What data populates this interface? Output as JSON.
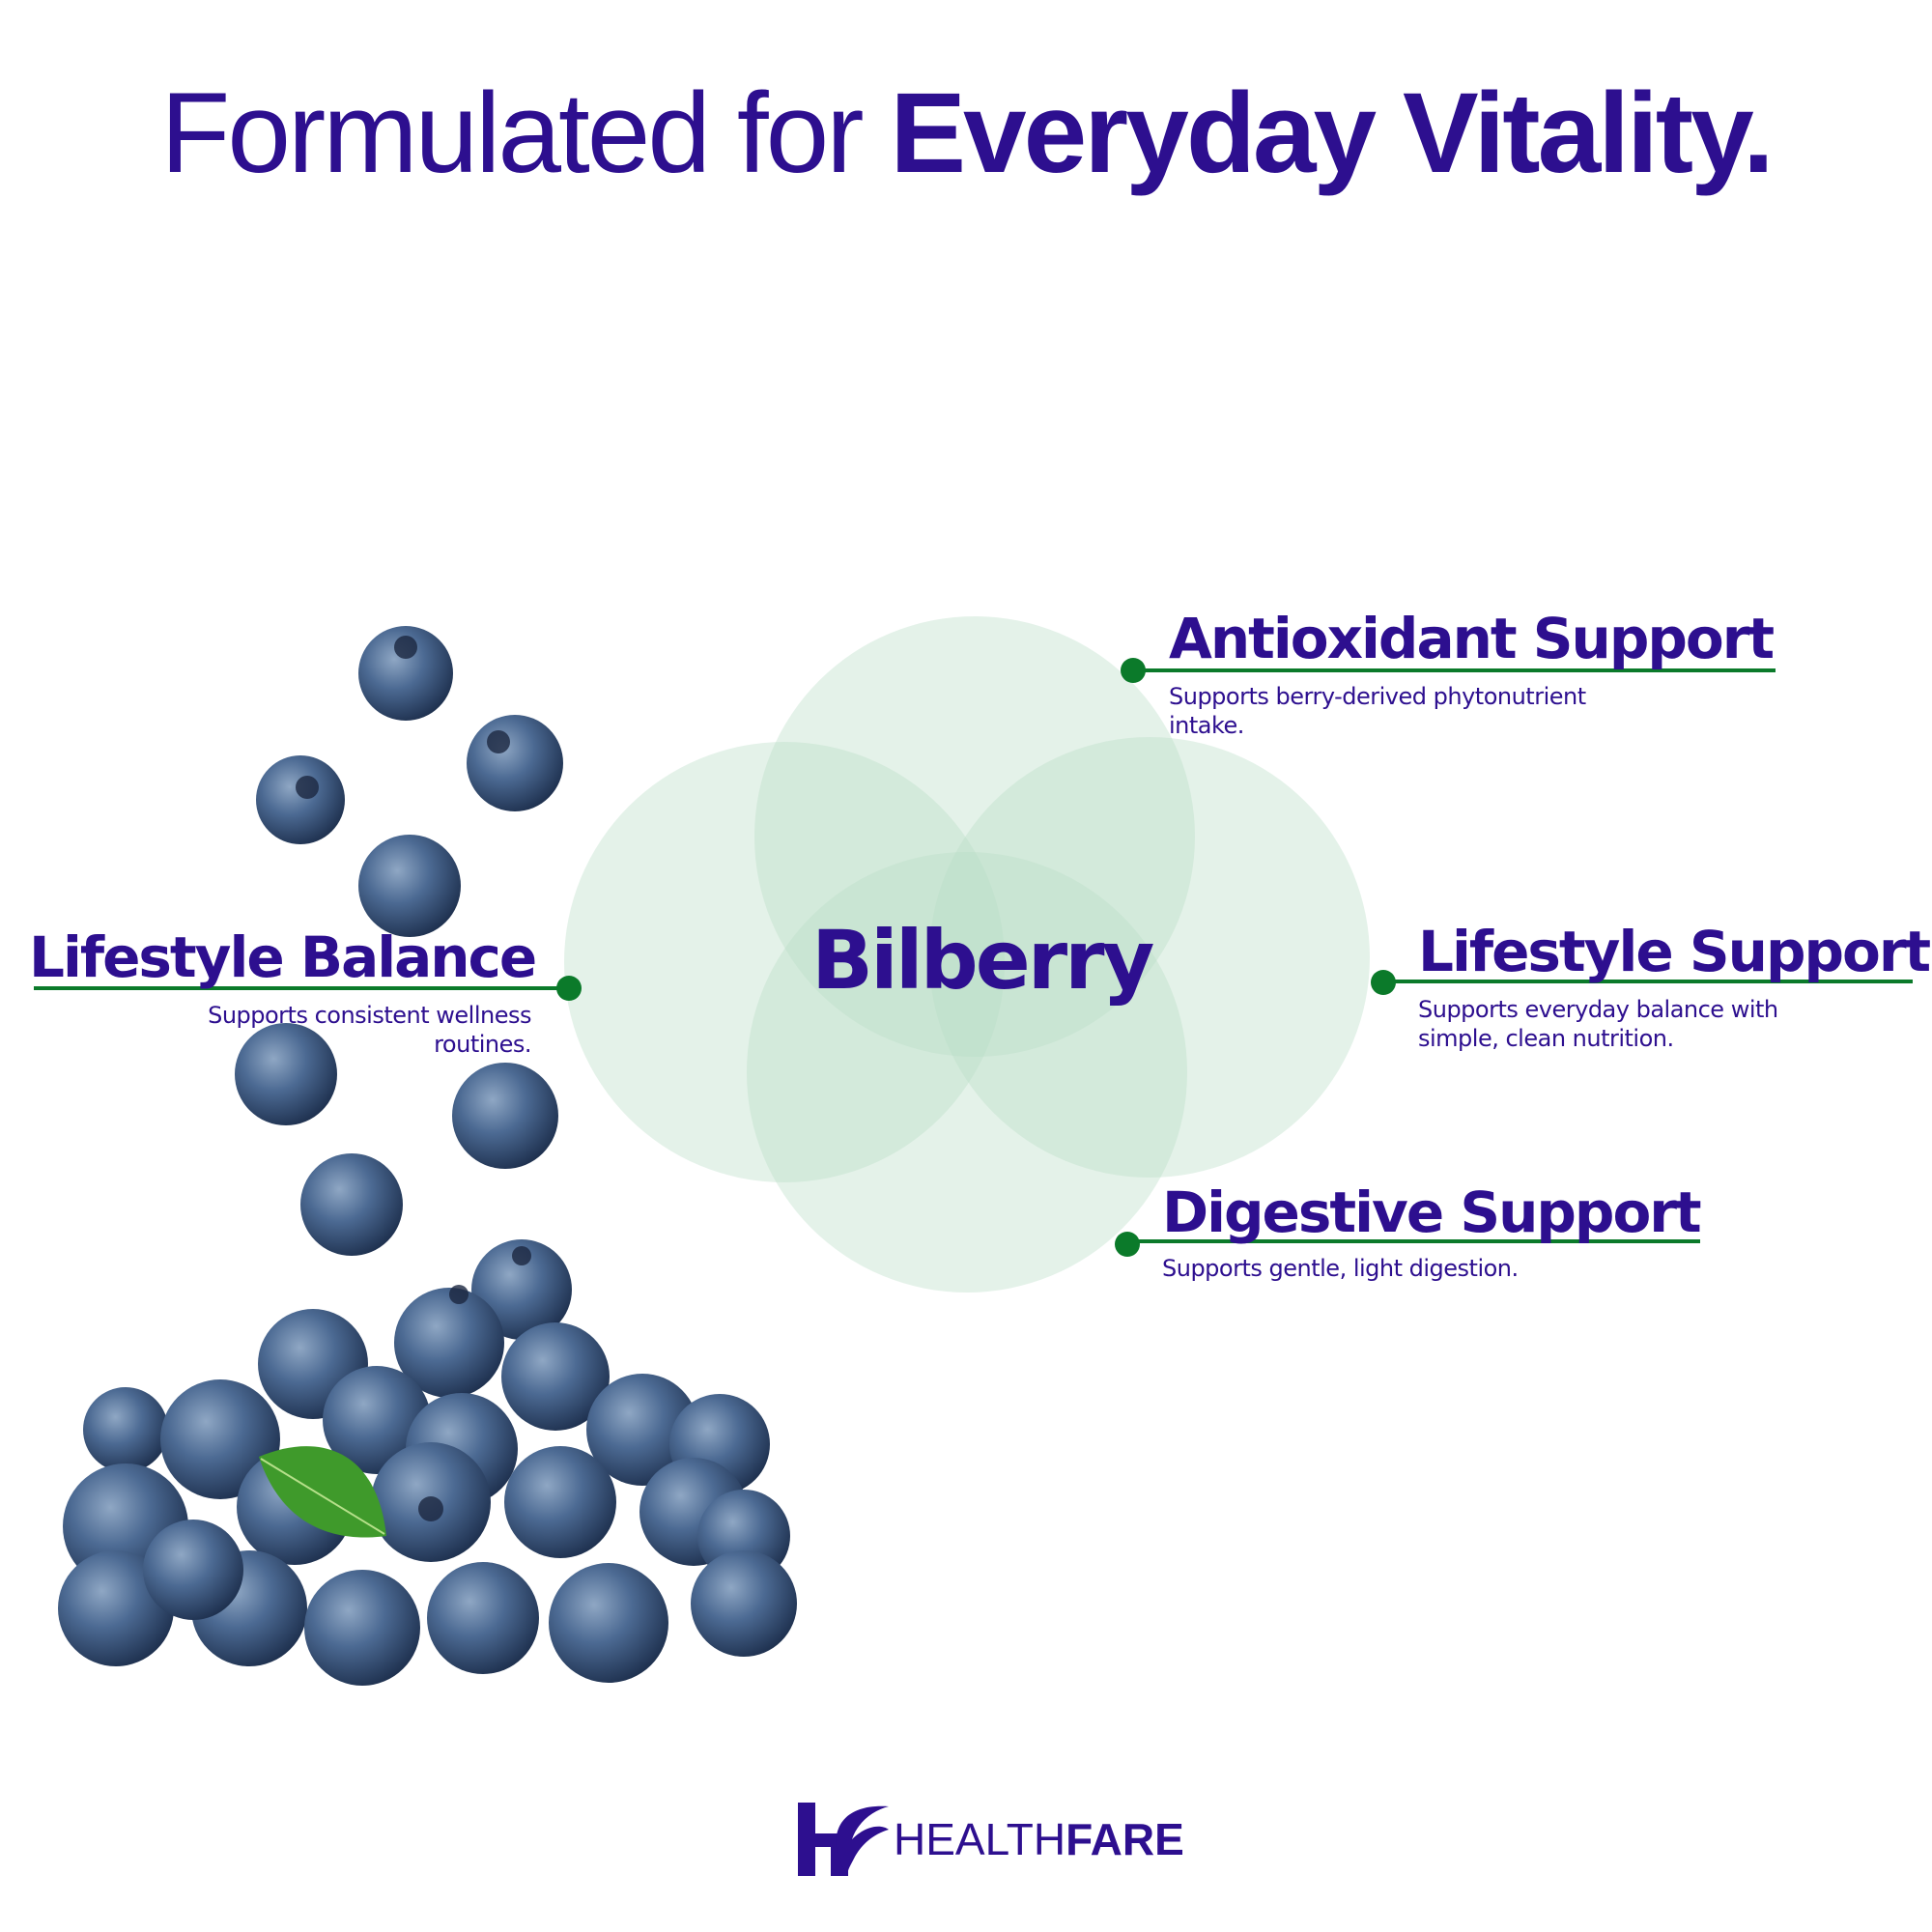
{
  "headline": {
    "light": "Formulated for ",
    "bold": "Everyday Vitality."
  },
  "diagram": {
    "center_label": "Bilberry",
    "circle_color": "#cfe6d6",
    "accent_green": "#0b7a2a",
    "text_color": "#2d0f8f"
  },
  "benefits": [
    {
      "title": "Antioxidant Support",
      "description_lines": [
        "Supports berry-derived phytonutrient",
        "intake."
      ]
    },
    {
      "title": "Lifestyle Support",
      "description_lines": [
        "Supports everyday balance with",
        "simple, clean nutrition."
      ]
    },
    {
      "title": "Digestive Support",
      "description_lines": [
        "Supports gentle, light digestion."
      ]
    },
    {
      "title": "Lifestyle Balance",
      "description_lines": [
        "Supports consistent wellness",
        "routines."
      ]
    }
  ],
  "brand": {
    "name_light": "HEALTH",
    "name_bold": "FARE",
    "icon": "h-leaf-logo-icon"
  },
  "imagery": {
    "fruit": "blueberries-icon",
    "leaf": "leaf-icon"
  }
}
